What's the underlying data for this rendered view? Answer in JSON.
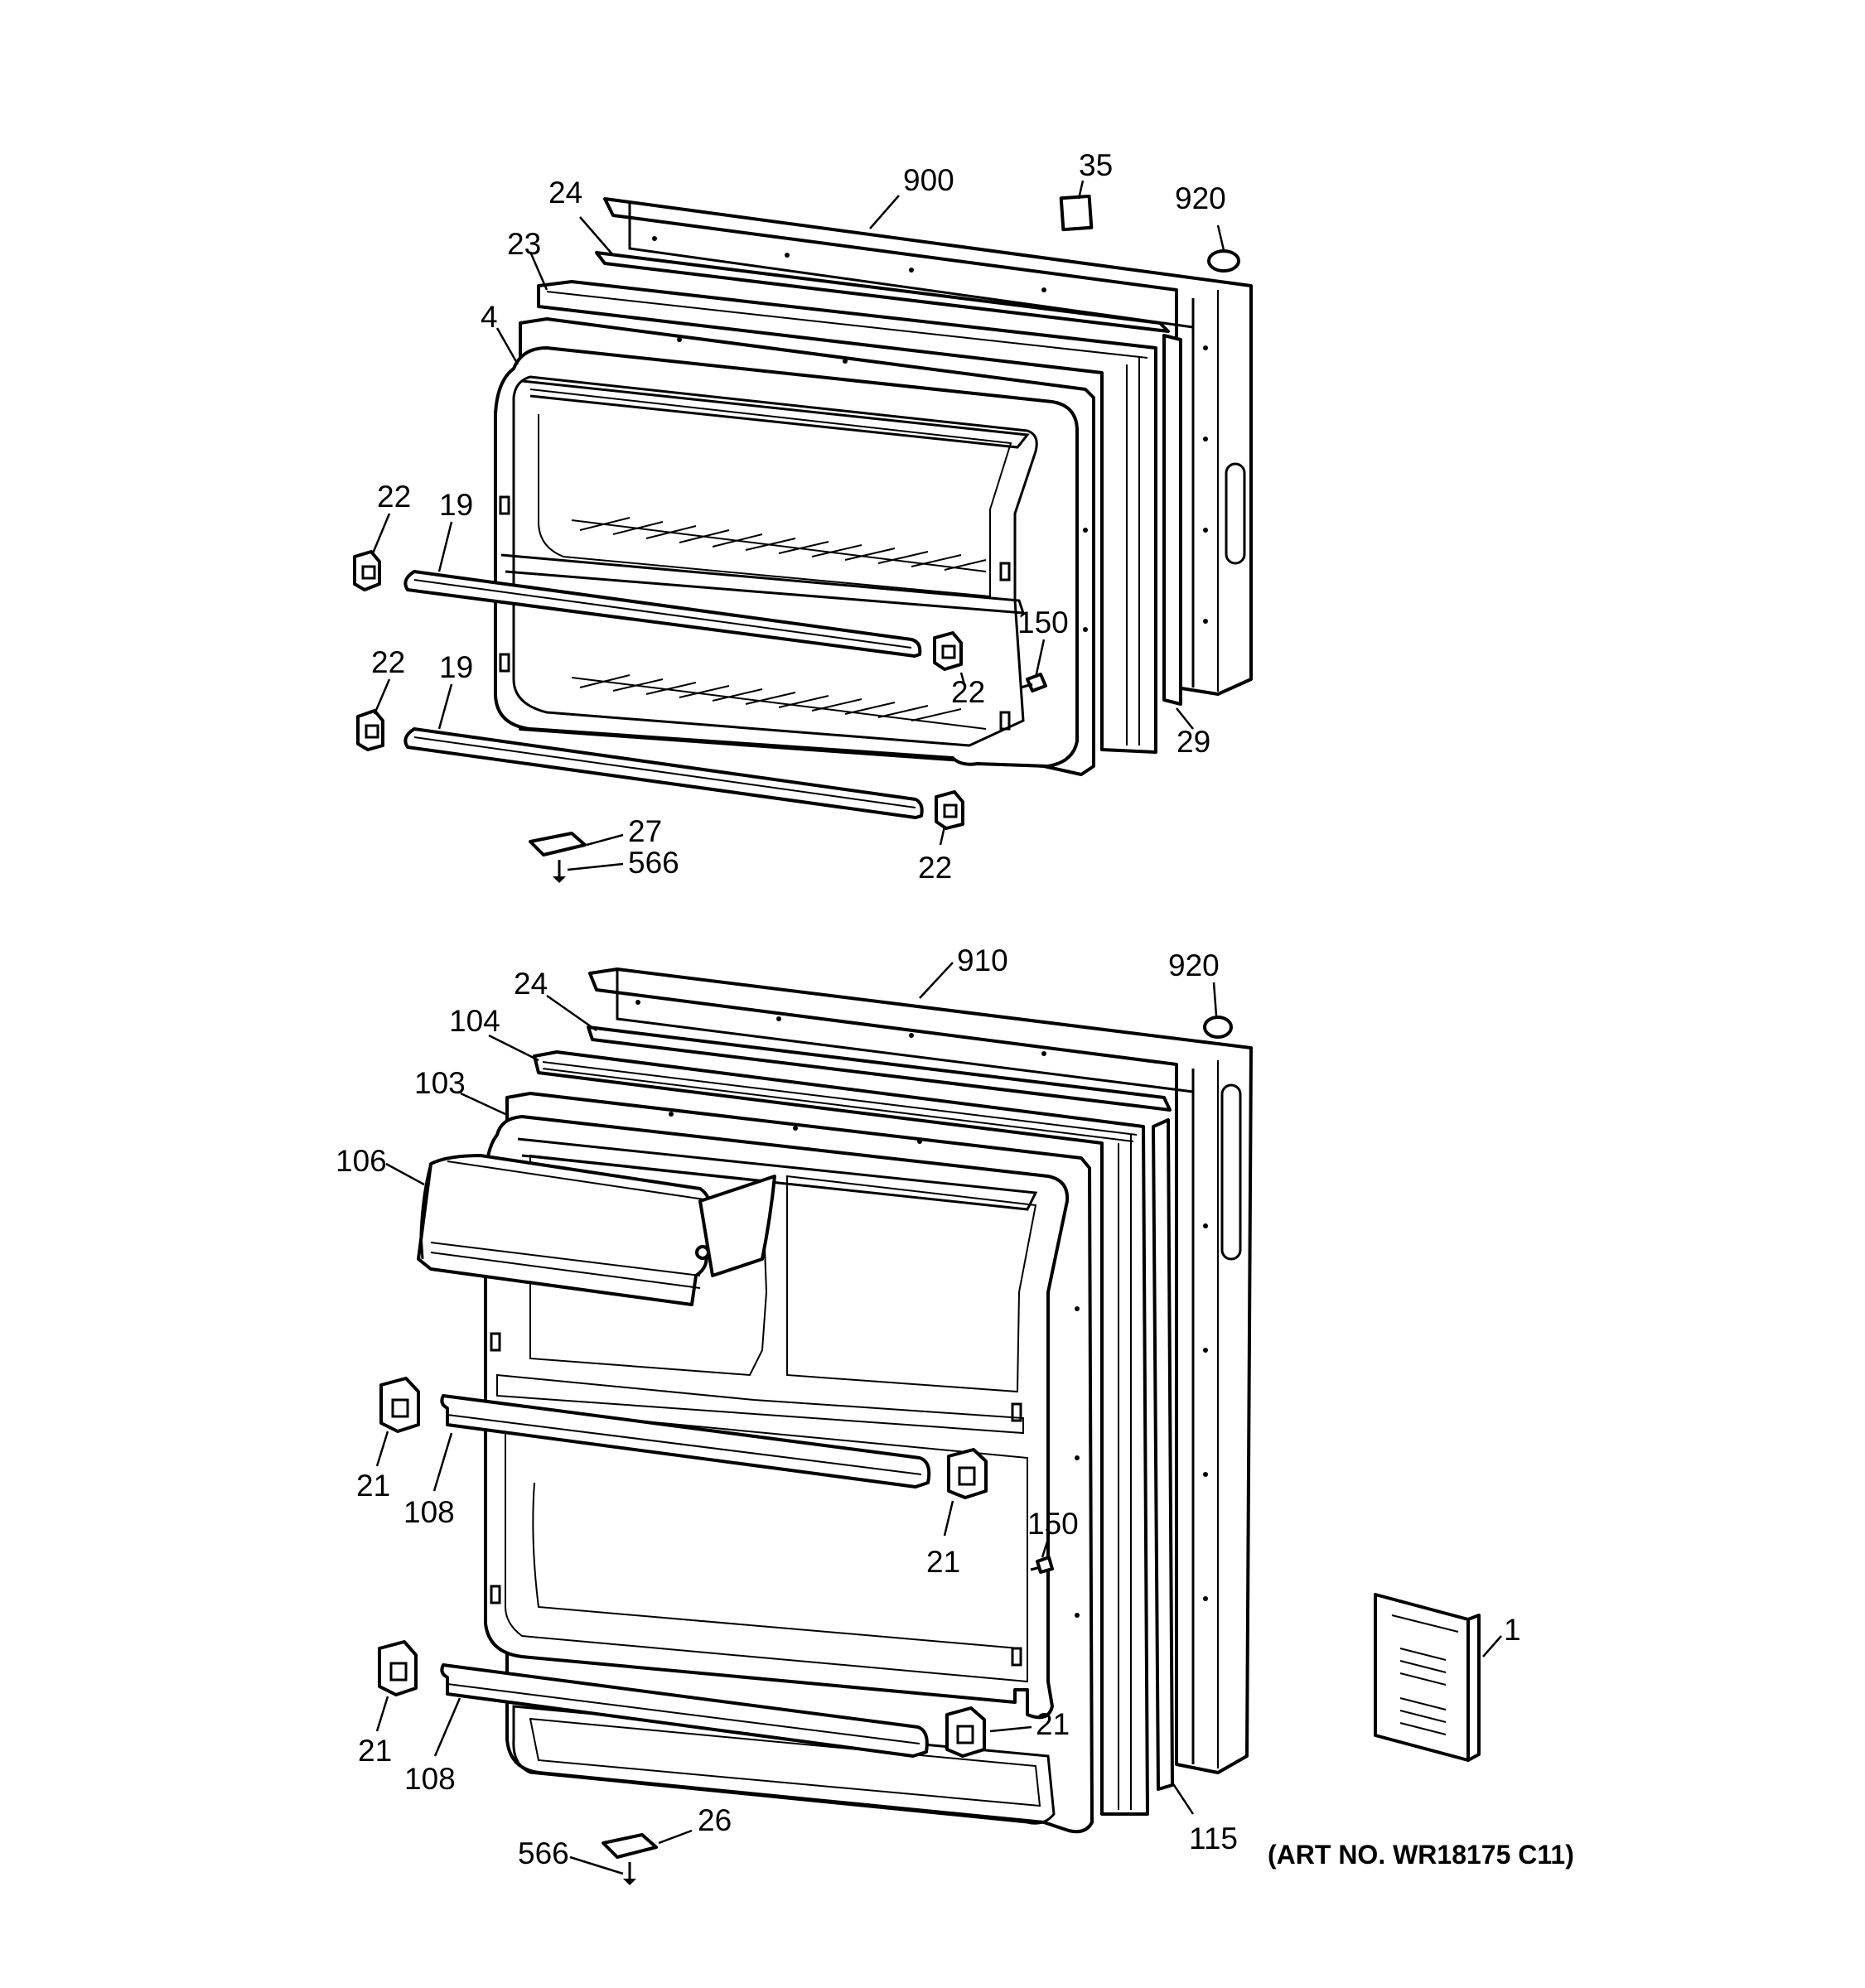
{
  "labels": {
    "fz_900": "900",
    "fz_35": "35",
    "fz_24": "24",
    "fz_920": "920",
    "fz_23": "23",
    "fz_4": "4",
    "fz_22_tl": "22",
    "fz_19_t": "19",
    "fz_150": "150",
    "fz_22_rt": "22",
    "fz_22_bl": "22",
    "fz_19_b": "19",
    "fz_29": "29",
    "fz_27": "27",
    "fz_566": "566",
    "fz_22_rb": "22",
    "ff_910": "910",
    "ff_920": "920",
    "ff_24": "24",
    "ff_104": "104",
    "ff_103": "103",
    "ff_106": "106",
    "ff_21_l1": "21",
    "ff_108_t": "108",
    "ff_150": "150",
    "ff_21_r1": "21",
    "ff_21_l2": "21",
    "ff_108_b": "108",
    "ff_21_r2": "21",
    "ff_1": "1",
    "ff_115": "115",
    "ff_26": "26",
    "ff_566": "566"
  },
  "art_no": "(ART NO. WR18175 C11)"
}
